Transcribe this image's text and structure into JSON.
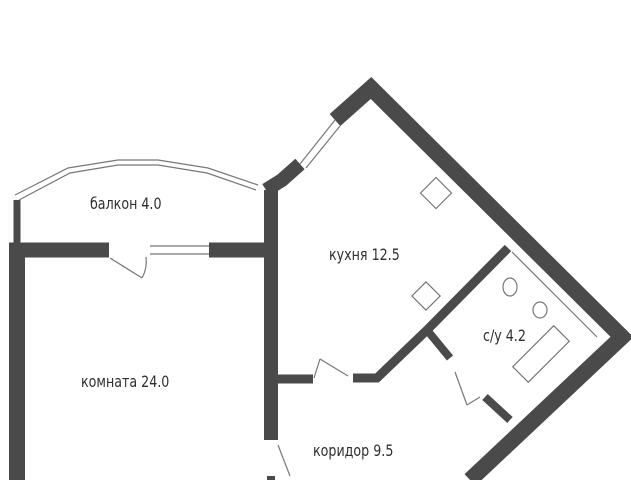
{
  "rooms": {
    "balcony": "балкон 4.0",
    "kitchen": "кухня 12.5",
    "bathroom": "с/у 4.2",
    "room": "комната 24.0",
    "corridor": "коридор 9.5"
  },
  "colors": {
    "wall": "#4a4a4a",
    "text": "#2e2e2e"
  }
}
